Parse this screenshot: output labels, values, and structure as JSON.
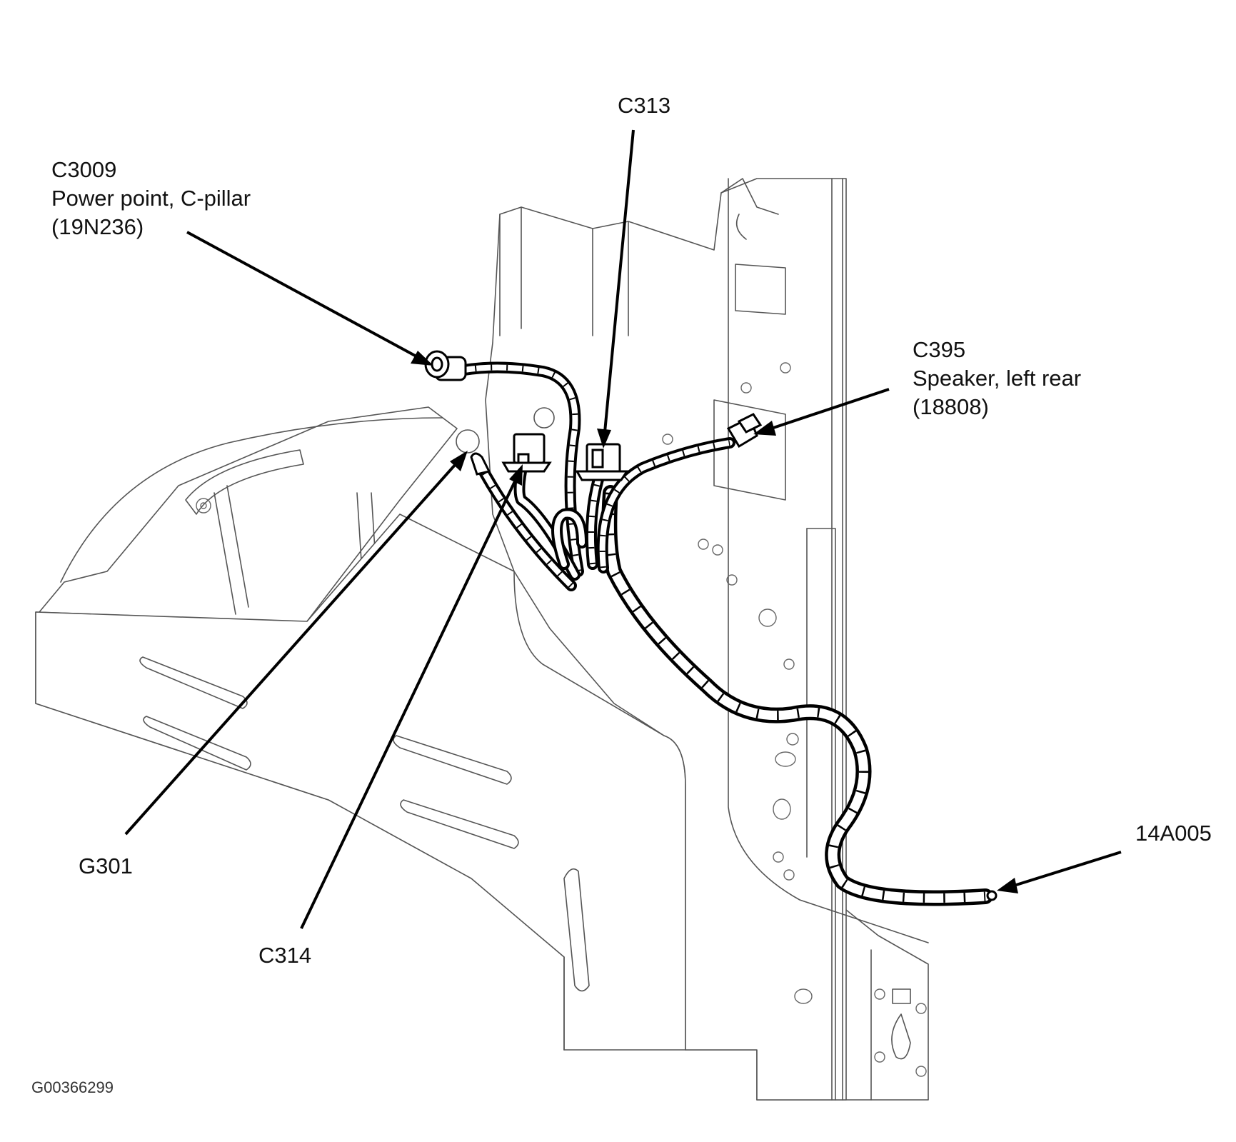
{
  "figure_id": "G00366299",
  "labels": {
    "c3009": {
      "line1": "C3009",
      "line2": "Power point, C-pillar",
      "line3": "(19N236)"
    },
    "c313": "C313",
    "c395": {
      "line1": "C395",
      "line2": "Speaker, left rear",
      "line3": "(18808)"
    },
    "g301": "G301",
    "c314": "C314",
    "harness_14a005": "14A005"
  },
  "icons": {
    "power_point": "power-point-socket-icon",
    "ground": "ground-stud-icon",
    "connector": "electrical-connector-icon"
  },
  "colors": {
    "line": "#000000",
    "panel": "#555555",
    "background": "#ffffff"
  }
}
